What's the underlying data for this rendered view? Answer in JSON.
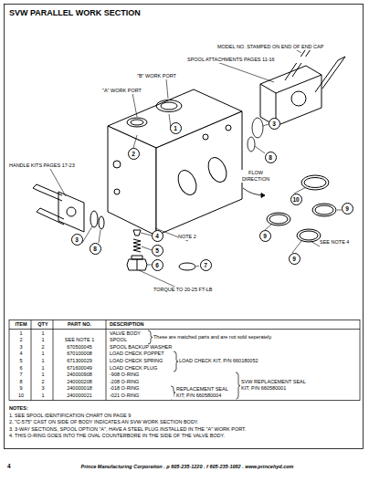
{
  "diagram": {
    "title": "SVW PARALLEL WORK SECTION",
    "nodes": [
      {
        "text": [
          "3"
        ]
      },
      {
        "text": [
          "1"
        ]
      },
      {
        "text": [
          "2"
        ]
      },
      {
        "text": [
          "8"
        ]
      },
      {
        "text": [
          "10"
        ]
      },
      {
        "text": [
          "9"
        ]
      },
      {
        "text": [
          "9"
        ]
      },
      {
        "text": [
          "3"
        ]
      },
      {
        "text": [
          "4"
        ]
      },
      {
        "text": [
          "9"
        ]
      },
      {
        "text": [
          "5"
        ]
      },
      {
        "text": [
          "8"
        ]
      },
      {
        "text": [
          "6"
        ]
      },
      {
        "text": [
          "7"
        ]
      }
    ],
    "labels": [
      "MODEL NO. STAMPED ON END OF END CAP",
      "SPOOL ATTACHMENTS PAGES 11-16",
      "\"B\" WORK PORT",
      "\"A\" WORK PORT",
      "HANDLE KITS PAGES 17-23",
      "FLOW DIRECTION",
      "NOTE 2",
      "SEE NOTE 4",
      "TORQUE TO 20-25 FT-LB",
      "ITEM",
      "QTY",
      "PART NO.",
      "DESCRIPTION",
      "1",
      "1",
      "VALVE BODY",
      "2",
      "1",
      "SEE NOTE 1",
      "SPOOL",
      "3",
      "2",
      "670500045",
      "SPOOL BACKUP WASHER",
      "4",
      "1",
      "670100008",
      "LOAD CHECK POPPET",
      "5",
      "1",
      "671300029",
      "LOAD CHECK SPRING",
      "6",
      "1",
      "671600049",
      "LOAD CHECK PLUG",
      "7",
      "1",
      "240000908",
      "-908 O-RING",
      "8",
      "2",
      "240000208",
      "-208 O-RING",
      "9",
      "3",
      "240000018",
      "-018 O-RING",
      "10",
      "1",
      "240000021",
      "-021 O-RING",
      "These are matched parts and are not sold seperately.",
      "LOAD CHECK KIT, P/N 660180052",
      "REPLACEMENT SEAL KIT; P/N 660580004",
      "SVW REPLACEMENT SEAL KIT, P/N 660580001",
      "NOTES:",
      "1. SEE SPOOL IDENTIFICATION CHART ON PAGE 9",
      "2. \"C-575\" CAST ON SIDE OF BODY INDICATES AN SVW WORK SECTION BODY.",
      "3. 3-WAY SECTIONS, SPOOL OPTION \"A\", HAVE A STEEL PLUG INSTALLED IN THE \"A\" WORK PORT.",
      "4. THIS O-RING GOES INTO THE OVAL COUNTERBORE IN THE SIDE OF THE VALVE BODY.",
      "4",
      "Prince Manufacturing Corporation . p 605-235-1220 . f 605-235-1082 . www.princehyd.com"
    ]
  }
}
